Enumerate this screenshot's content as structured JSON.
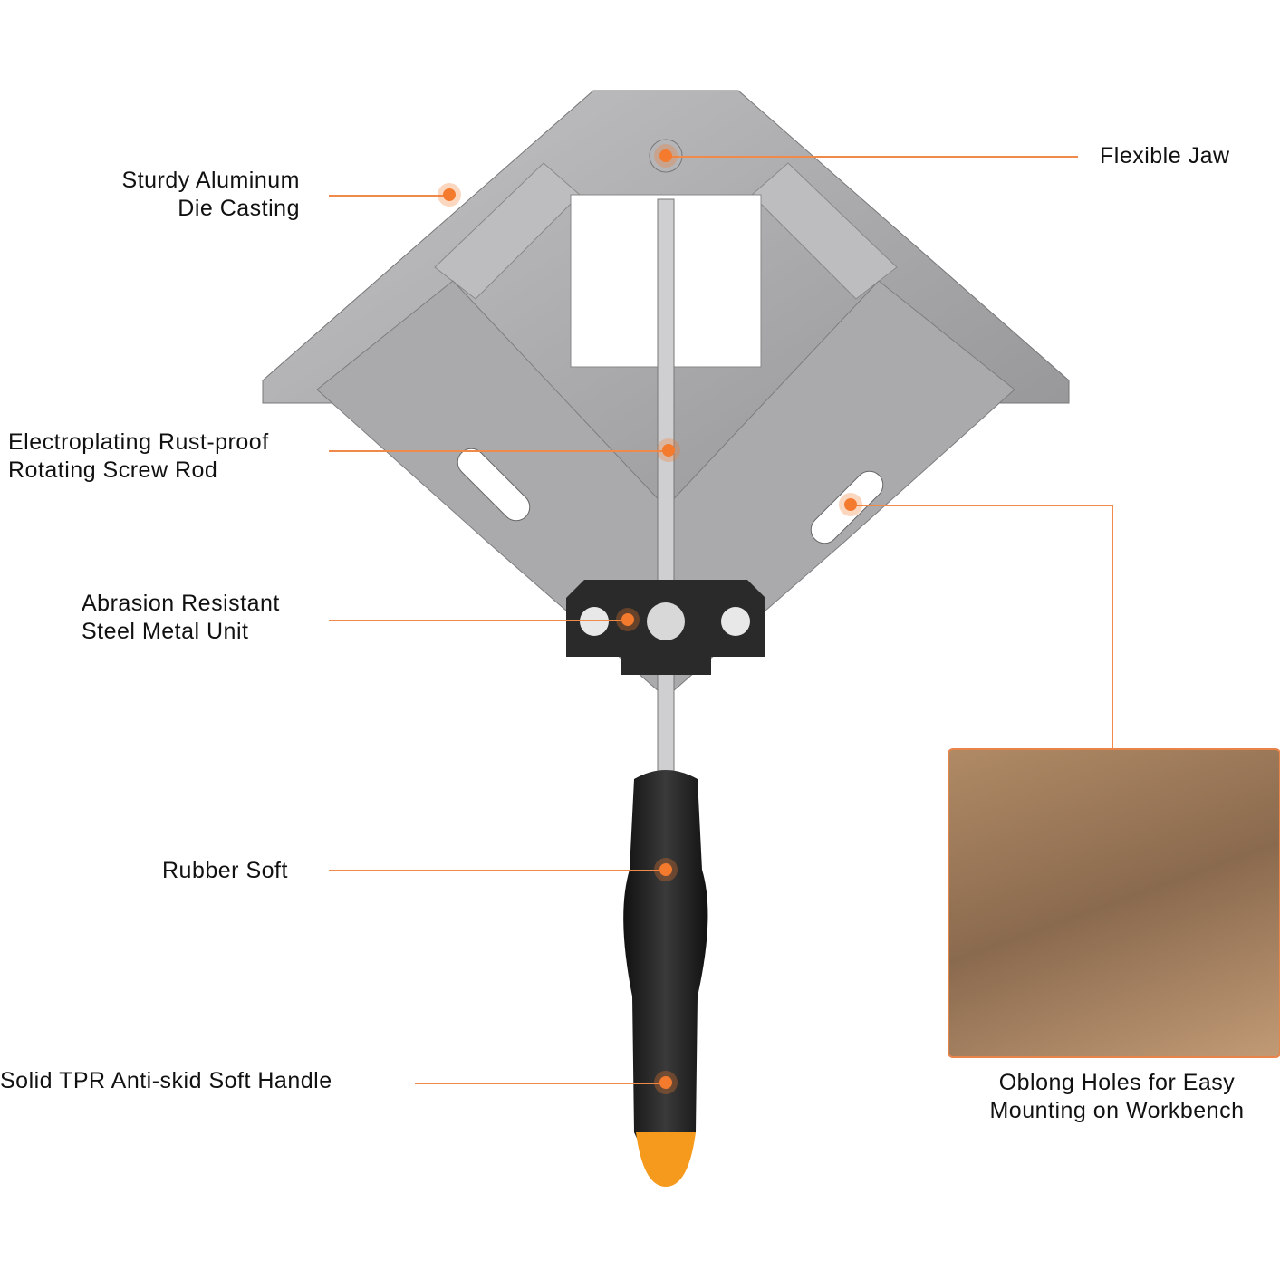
{
  "labels": {
    "sturdy": [
      "Sturdy Aluminum",
      "Die Casting"
    ],
    "flexible_jaw": "Flexible Jaw",
    "screw_rod": [
      "Electroplating Rust-proof",
      "Rotating Screw Rod"
    ],
    "steel_unit": [
      "Abrasion Resistant",
      "Steel Metal Unit"
    ],
    "rubber": "Rubber Soft",
    "handle": "Solid TPR Anti-skid Soft Handle",
    "oblong": [
      "Oblong Holes for Easy",
      "Mounting on Workbench"
    ]
  },
  "colors": {
    "accent": "#f47a2e",
    "metal": "#a9a9ab",
    "handle": "#1c1c1c",
    "handle_tip": "#f59a1c"
  }
}
